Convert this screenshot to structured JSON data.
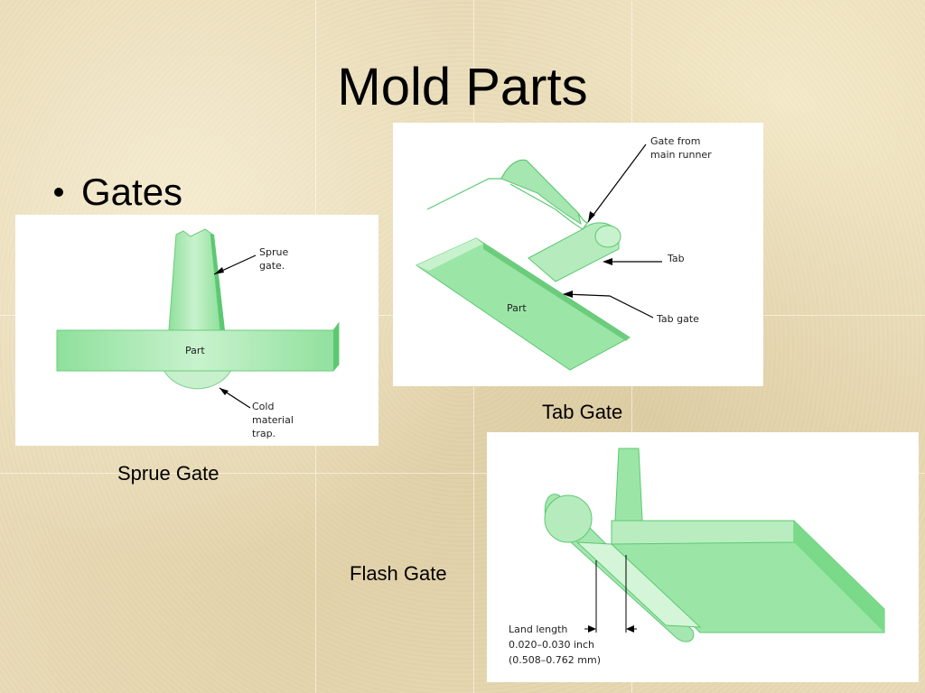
{
  "slide": {
    "title": "Mold Parts",
    "bullet": "Gates"
  },
  "figures": {
    "sprue": {
      "caption": "Sprue Gate",
      "labels": {
        "sprue_line1": "Sprue",
        "sprue_line2": "gate.",
        "part": "Part",
        "cold_line1": "Cold",
        "cold_line2": "material",
        "cold_line3": "trap."
      }
    },
    "tab": {
      "caption": "Tab Gate",
      "labels": {
        "gate_line1": "Gate from",
        "gate_line2": "main runner",
        "tab": "Tab",
        "part": "Part",
        "tab_gate": "Tab gate"
      }
    },
    "flash": {
      "caption": "Flash Gate",
      "labels": {
        "land_line1": "Land length",
        "land_line2": "0.020–0.030 inch",
        "land_line3": "(0.508–0.762 mm)"
      }
    }
  },
  "colors": {
    "part_green": "#9be6a6",
    "part_edge": "#5cc872",
    "part_light": "#d4f5d8"
  }
}
